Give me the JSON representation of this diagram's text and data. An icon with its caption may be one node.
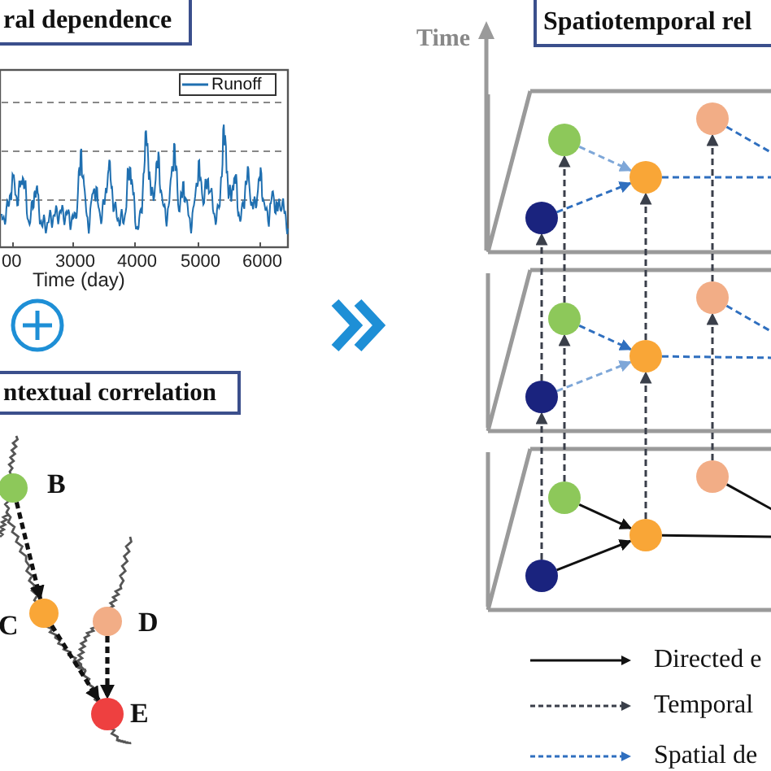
{
  "diagram": {
    "nodes": [
      {
        "text": [
          "ral dependence"
        ]
      },
      {
        "text": [
          "Spatiotemporal rel"
        ]
      },
      {
        "text": [
          "ntextual correlation"
        ]
      },
      {
        "text": [],
        "shape": "circle",
        "beside": [
          "B"
        ]
      },
      {
        "text": [],
        "shape": "circle",
        "beside": [
          "C"
        ]
      },
      {
        "text": [],
        "shape": "circle",
        "beside": [
          "D"
        ]
      },
      {
        "text": [],
        "shape": "circle",
        "beside": [
          "E"
        ]
      },
      {
        "text": [],
        "shape": "parallelogram"
      },
      {
        "text": [],
        "shape": "circle",
        "in": 7
      },
      {
        "text": [],
        "shape": "circle",
        "in": 7
      },
      {
        "text": [],
        "shape": "circle",
        "in": 7
      },
      {
        "text": [],
        "shape": "circle",
        "in": 7
      },
      {
        "text": [],
        "shape": "parallelogram"
      },
      {
        "text": [],
        "shape": "circle",
        "in": 12
      },
      {
        "text": [],
        "shape": "circle",
        "in": 12
      },
      {
        "text": [],
        "shape": "circle",
        "in": 12
      },
      {
        "text": [],
        "shape": "circle",
        "in": 12
      },
      {
        "text": [],
        "shape": "parallelogram"
      },
      {
        "text": [],
        "shape": "circle",
        "in": 17
      },
      {
        "text": [],
        "shape": "circle",
        "in": 17
      },
      {
        "text": [],
        "shape": "circle",
        "in": 17
      },
      {
        "text": [],
        "shape": "circle",
        "in": 17
      }
    ],
    "edges": [
      {
        "from": 3,
        "to": 4,
        "arrow": "to",
        "style": "dashed",
        "color": "#111111"
      },
      {
        "from": 4,
        "to": 6,
        "arrow": "to",
        "style": "dashed",
        "color": "#111111"
      },
      {
        "from": 5,
        "to": 6,
        "arrow": "to",
        "style": "dashed",
        "color": "#111111"
      },
      {
        "from": 9,
        "to": 10,
        "arrow": "to",
        "style": "dashed",
        "color": "#7ea7d8"
      },
      {
        "from": 11,
        "to": 10,
        "arrow": "to",
        "style": "dashed",
        "color": "#2f6fbf"
      },
      {
        "from": 10,
        "to": null,
        "arrow": "none",
        "style": "dashed",
        "color": "#2f6fbf"
      },
      {
        "from": 8,
        "to": null,
        "arrow": "none",
        "style": "dashed",
        "color": "#2f6fbf"
      },
      {
        "from": 14,
        "to": 15,
        "arrow": "to",
        "style": "dashed",
        "color": "#2f6fbf"
      },
      {
        "from": 16,
        "to": 15,
        "arrow": "to",
        "style": "dashed",
        "color": "#7ea7d8"
      },
      {
        "from": 15,
        "to": null,
        "arrow": "none",
        "style": "dashed",
        "color": "#2f6fbf"
      },
      {
        "from": 13,
        "to": null,
        "arrow": "none",
        "style": "dashed",
        "color": "#2f6fbf"
      },
      {
        "from": 19,
        "to": 20,
        "arrow": "to",
        "color": "#111111"
      },
      {
        "from": 21,
        "to": 20,
        "arrow": "to",
        "color": "#111111"
      },
      {
        "from": 20,
        "to": null,
        "arrow": "none",
        "color": "#111111"
      },
      {
        "from": 18,
        "to": null,
        "arrow": "none",
        "color": "#111111"
      },
      {
        "from": 21,
        "to": 16,
        "arrow": "to",
        "style": "dashed"
      },
      {
        "from": 16,
        "to": 11,
        "arrow": "to",
        "style": "dashed"
      },
      {
        "from": 19,
        "to": 14,
        "arrow": "to",
        "style": "dashed"
      },
      {
        "from": 14,
        "to": 9,
        "arrow": "to",
        "style": "dashed"
      },
      {
        "from": 20,
        "to": 15,
        "arrow": "to",
        "style": "dashed"
      },
      {
        "from": 15,
        "to": 10,
        "arrow": "to",
        "style": "dashed"
      },
      {
        "from": 18,
        "to": 13,
        "arrow": "to",
        "style": "dashed"
      },
      {
        "from": 13,
        "to": 8,
        "arrow": "to",
        "style": "dashed"
      }
    ],
    "labels": [
      "Time",
      "00",
      "3000",
      "4000",
      "5000",
      "6000",
      "Time (day)"
    ],
    "legend": [
      {
        "text": "Runoff"
      },
      {
        "text": "Directed e"
      },
      {
        "text": "Temporal"
      },
      {
        "text": "Spatial de"
      }
    ]
  }
}
